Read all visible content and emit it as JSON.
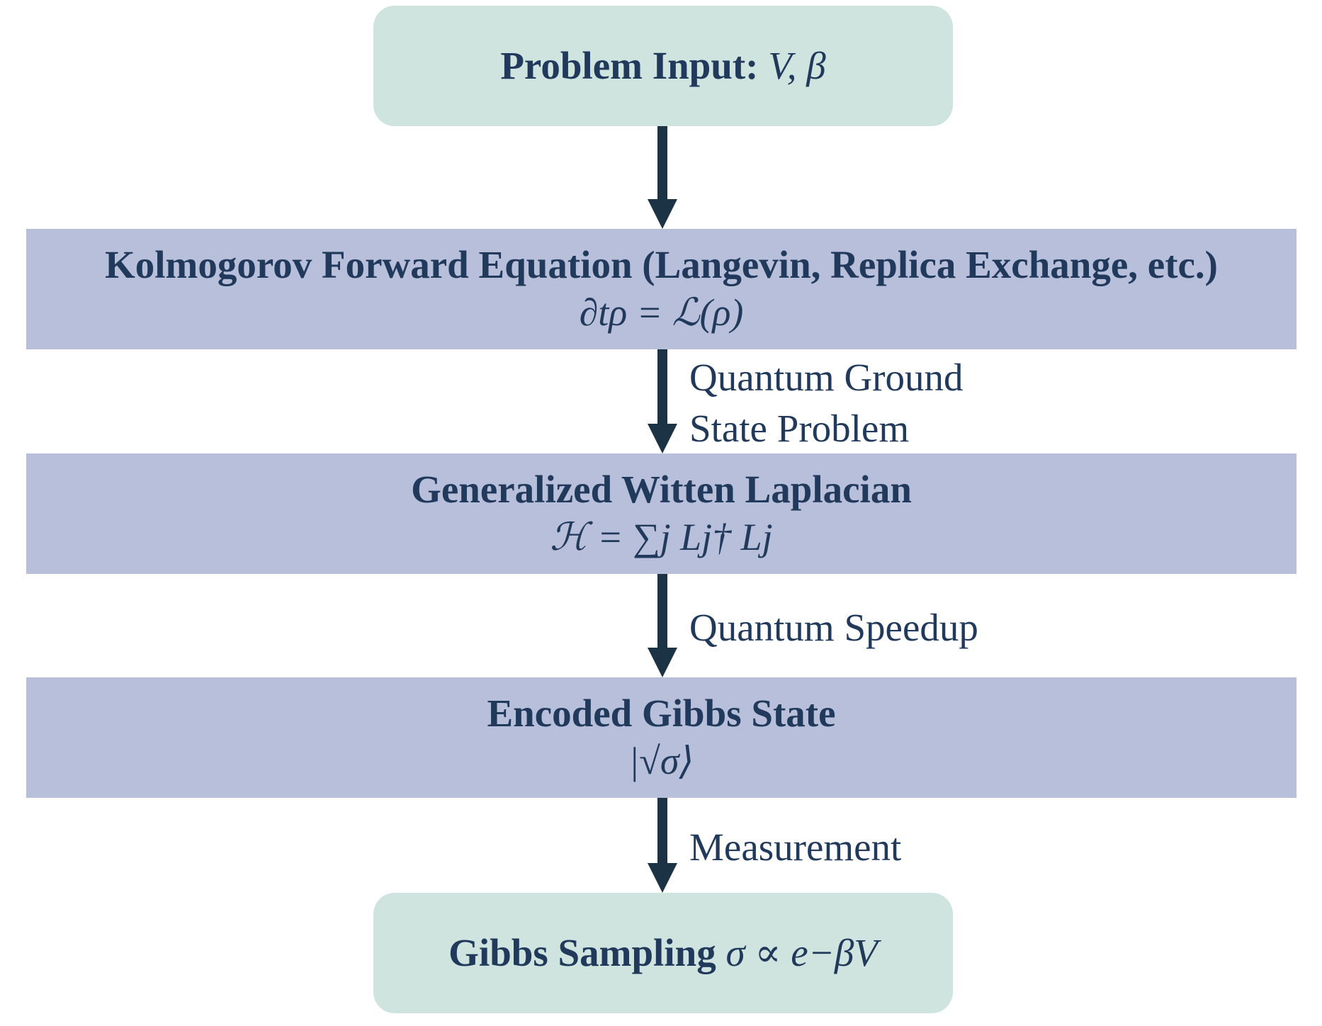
{
  "nodes": {
    "input": {
      "title": "Problem Input:",
      "math": "V, β"
    },
    "kolmogorov": {
      "title": "Kolmogorov Forward Equation (Langevin, Replica Exchange, etc.)",
      "formula": "∂tρ = ℒ(ρ)"
    },
    "witten": {
      "title": "Generalized Witten Laplacian",
      "formula": "ℋ = ∑j Lj† Lj"
    },
    "gibbs_state": {
      "title": "Encoded Gibbs State",
      "formula": "|√σ⟩"
    },
    "output": {
      "title": "Gibbs Sampling",
      "math": "σ ∝ e−βV"
    }
  },
  "edges": {
    "e2_label_line1": "Quantum Ground",
    "e2_label_line2": "State Problem",
    "e3_label": "Quantum Speedup",
    "e4_label": "Measurement"
  },
  "colors": {
    "rounded_box_fill": "#cfe4df",
    "rect_box_fill": "#b8bfdb",
    "text": "#213a5c",
    "arrow": "#1c3346"
  }
}
